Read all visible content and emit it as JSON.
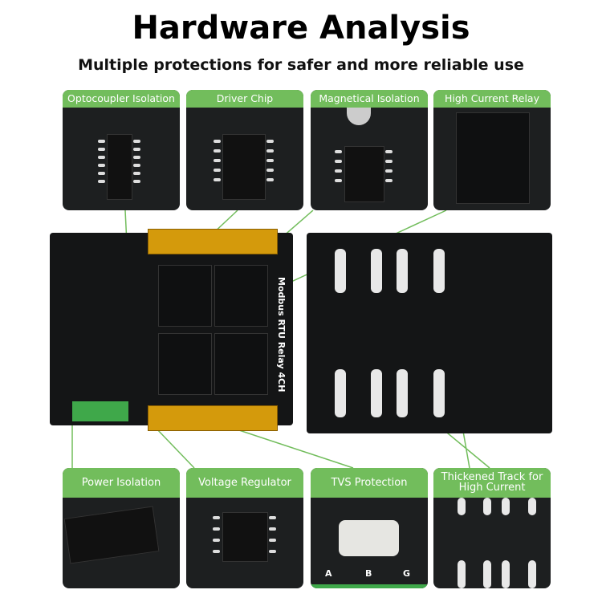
{
  "header": {
    "title": "Hardware Analysis",
    "subtitle": "Multiple protections for safer and more reliable use"
  },
  "top_features": [
    {
      "label": "Optocoupler Isolation"
    },
    {
      "label": "Driver Chip"
    },
    {
      "label": "Magnetical Isolation"
    },
    {
      "label": "High Current Relay"
    }
  ],
  "bottom_features": [
    {
      "label": "Power Isolation"
    },
    {
      "label": "Voltage Regulator"
    },
    {
      "label": "TVS Protection",
      "pins": [
        "A",
        "B",
        "G"
      ]
    },
    {
      "label": "Thickened Track for High Current"
    }
  ],
  "board": {
    "label": "Modbus RTU Relay 4CH"
  },
  "colors": {
    "accent": "#72bd5c",
    "pcb": "#141516",
    "terminal": "#d49a0c"
  }
}
